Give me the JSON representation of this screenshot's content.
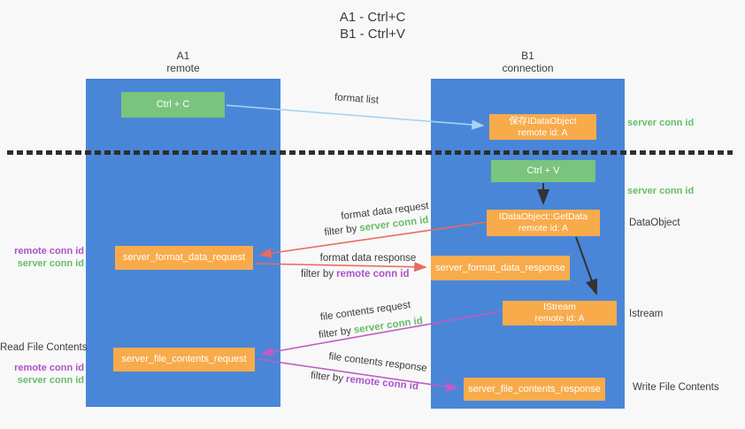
{
  "title": {
    "line1": "A1 - Ctrl+C",
    "line2": "B1 - Ctrl+V"
  },
  "lanes": {
    "left": {
      "name": "A1",
      "role": "remote"
    },
    "right": {
      "name": "B1",
      "role": "connection"
    }
  },
  "nodes": {
    "ctrl_c": {
      "label": "Ctrl + C"
    },
    "save_dataobject": {
      "line1": "保存IDataObject",
      "line2": "remote id: A"
    },
    "ctrl_v": {
      "label": "Ctrl + V"
    },
    "getdata": {
      "line1": "IDataObject::GetData",
      "line2": "remote id: A"
    },
    "format_request": {
      "label": "server_format_data_request"
    },
    "format_response": {
      "label": "server_format_data_response"
    },
    "istream": {
      "line1": "IStream",
      "line2": "remote id: A"
    },
    "file_request": {
      "label": "server_file_contents_request"
    },
    "file_response": {
      "label": "server_file_contents_response"
    }
  },
  "side_labels": {
    "server_conn_id_top": "server conn id",
    "server_conn_id_mid": "server conn id",
    "dataobject": "DataObject",
    "istream": "Istream",
    "write_file_contents": "Write File Contents",
    "read_file_contents": "Read File Contents",
    "left1_remote_conn_id": "remote conn id",
    "left1_server_conn_id": "server conn id",
    "left2_remote_conn_id": "remote conn id",
    "left2_server_conn_id": "server conn id"
  },
  "arrow_labels": {
    "format_list": "format list",
    "format_data_request": "format data request",
    "format_data_response": "format data response",
    "file_contents_request": "file contents request",
    "file_contents_response": "file contents response",
    "filter_by": "filter by",
    "server_conn_id": "server conn id",
    "remote_conn_id": "remote conn id"
  },
  "colors": {
    "lane_blue": "#4a86d8",
    "node_orange": "#f8ab4b",
    "node_green": "#7ac47d",
    "arrow_lightblue": "#a5d3f3",
    "arrow_black": "#333333",
    "arrow_red": "#e96b5f",
    "arrow_magenta": "#c05cc4",
    "text_green": "#66bd68",
    "text_purple": "#ac52c9",
    "text_dark": "#3c3c3c"
  }
}
